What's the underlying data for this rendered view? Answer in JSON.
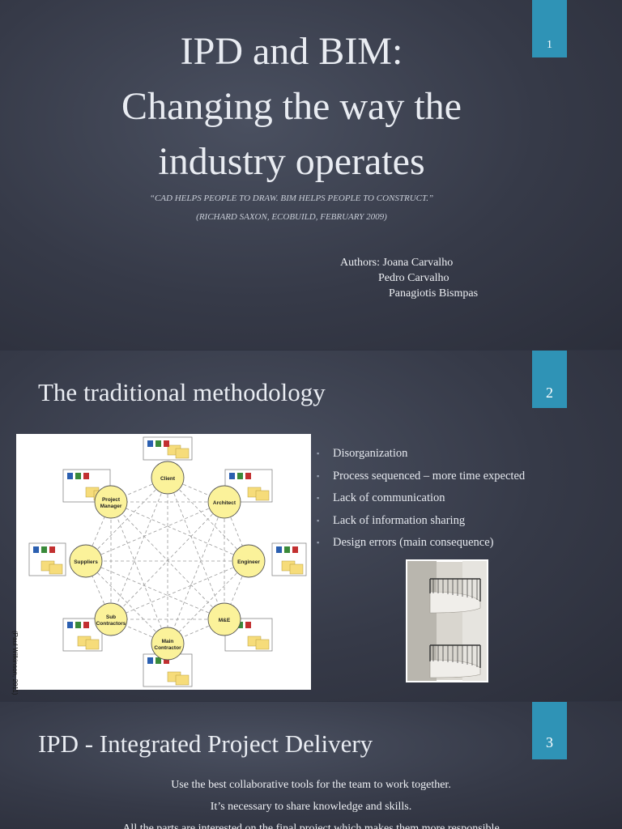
{
  "slide1": {
    "number": "1",
    "title_lines": [
      "IPD and BIM:",
      "Changing the way the",
      "industry operates"
    ],
    "quote_line1": "“CAD HELPS PEOPLE TO DRAW. BIM HELPS PEOPLE TO CONSTRUCT.”",
    "quote_line2": "(RICHARD SAXON, ECOBUILD, FEBRUARY 2009)",
    "authors": [
      "Authors: Joana Carvalho",
      "Pedro Carvalho",
      "Panagiotis Bismpas"
    ]
  },
  "slide2": {
    "number": "2",
    "title": "The traditional methodology",
    "diagram_credit": "(Paul Wilkinson, 2011)",
    "diagram_nodes": [
      "Client",
      "Architect",
      "Engineer",
      "M&E",
      "Main Contractor",
      "Sub Contractors",
      "Suppliers",
      "Project Manager"
    ],
    "bullets": [
      "Disorganization",
      "Process sequenced – more time expected",
      "Lack of communication",
      "Lack of information sharing",
      "Design errors (main consequence)"
    ],
    "bullet_mark": "▪"
  },
  "slide3": {
    "number": "3",
    "title": "IPD - Integrated Project Delivery",
    "lines": [
      "Use the best collaborative tools for the team to work together.",
      "It’s necessary to share knowledge and skills.",
      "All the parts are interested on the final project which makes them more responsible"
    ]
  },
  "colors": {
    "accent": "#2f93b6",
    "node_fill": "#fbf29a",
    "folder": "#f6dc7a"
  },
  "icons": [
    "folder-icon",
    "file-icon"
  ]
}
